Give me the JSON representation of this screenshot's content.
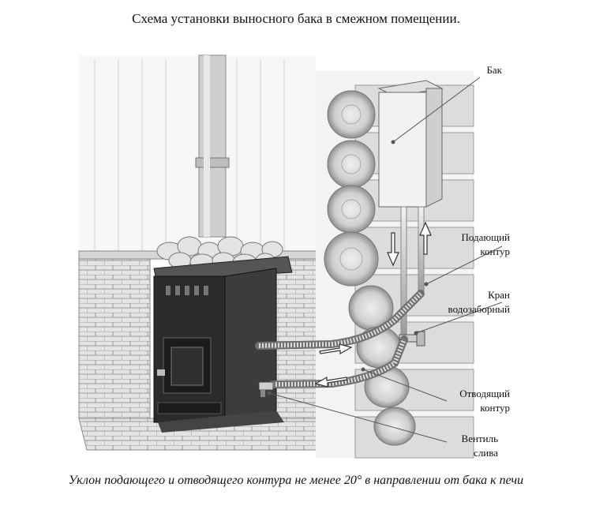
{
  "title": "Схема установки выносного бака в смежном помещении.",
  "labels": {
    "tank": "Бак",
    "supply_line1": "Подающий",
    "supply_line2": "контур",
    "tap_line1": "Кран",
    "tap_line2": "водозаборный",
    "return_line1": "Отводящий",
    "return_line2": "контур",
    "drain_line1": "Вентиль",
    "drain_line2": "слива"
  },
  "caption": "Уклон подающего и отводящего контура не менее 20° в направлении от бака к печи",
  "colors": {
    "stove": "#2b2b2b",
    "brick": "#bdbdbd",
    "log": "#d9d9d9",
    "tank": "#f2f2f2",
    "leader": "#555555"
  }
}
